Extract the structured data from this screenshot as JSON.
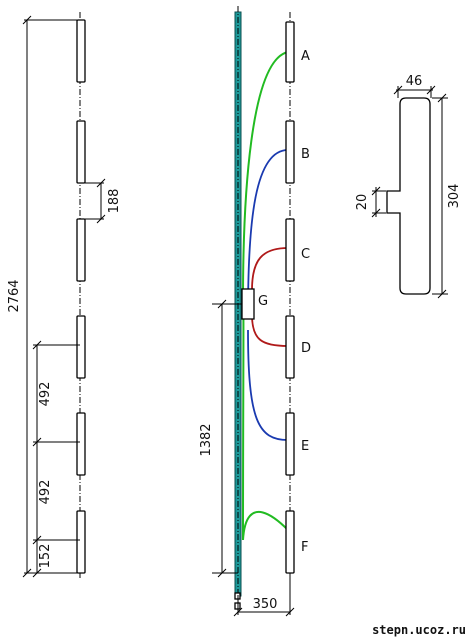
{
  "dimensions": {
    "total_height": "2764",
    "gap": "188",
    "spacing_1": "492",
    "spacing_2": "492",
    "bottom_offset": "152",
    "feed_height": "1382",
    "feed_spacing": "350",
    "elem_width": "46",
    "elem_height": "304",
    "stub_width": "20"
  },
  "labels": {
    "a": "A",
    "b": "B",
    "c": "C",
    "d": "D",
    "e": "E",
    "f": "F",
    "g": "G"
  },
  "colors": {
    "green": "#22bb22",
    "blue": "#1a3ab0",
    "red": "#b01a1a",
    "mast": "#1e9a9a"
  },
  "watermark": "stepn.ucoz.ru"
}
